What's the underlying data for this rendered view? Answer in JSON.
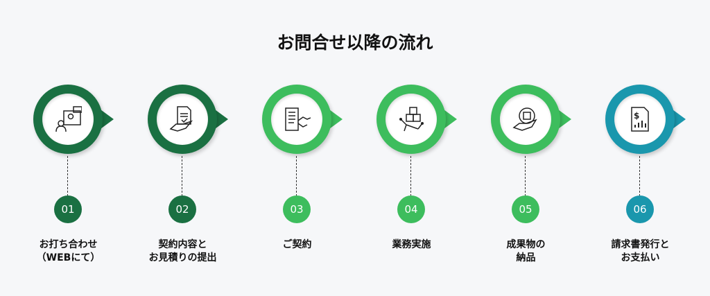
{
  "title": "お問合せ以降の流れ",
  "colors": {
    "dark_green": "#1a7042",
    "light_green": "#3dbd5d",
    "teal": "#1a97ad"
  },
  "steps": [
    {
      "num": "01",
      "line1": "お打ち合わせ",
      "line2": "（WEBにて）",
      "icon": "web-meeting-icon",
      "color": "#1a7042"
    },
    {
      "num": "02",
      "line1": "契約内容と",
      "line2": "お見積りの提出",
      "icon": "document-hand-icon",
      "color": "#1a7042"
    },
    {
      "num": "03",
      "line1": "ご契約",
      "line2": "",
      "icon": "contract-handshake-icon",
      "color": "#3dbd5d"
    },
    {
      "num": "04",
      "line1": "業務実施",
      "line2": "",
      "icon": "cubes-network-icon",
      "color": "#3dbd5d"
    },
    {
      "num": "05",
      "line1": "成果物の",
      "line2": "納品",
      "icon": "box-hand-icon",
      "color": "#3dbd5d"
    },
    {
      "num": "06",
      "line1": "請求書発行と",
      "line2": "お支払い",
      "icon": "invoice-icon",
      "color": "#1a97ad"
    }
  ]
}
